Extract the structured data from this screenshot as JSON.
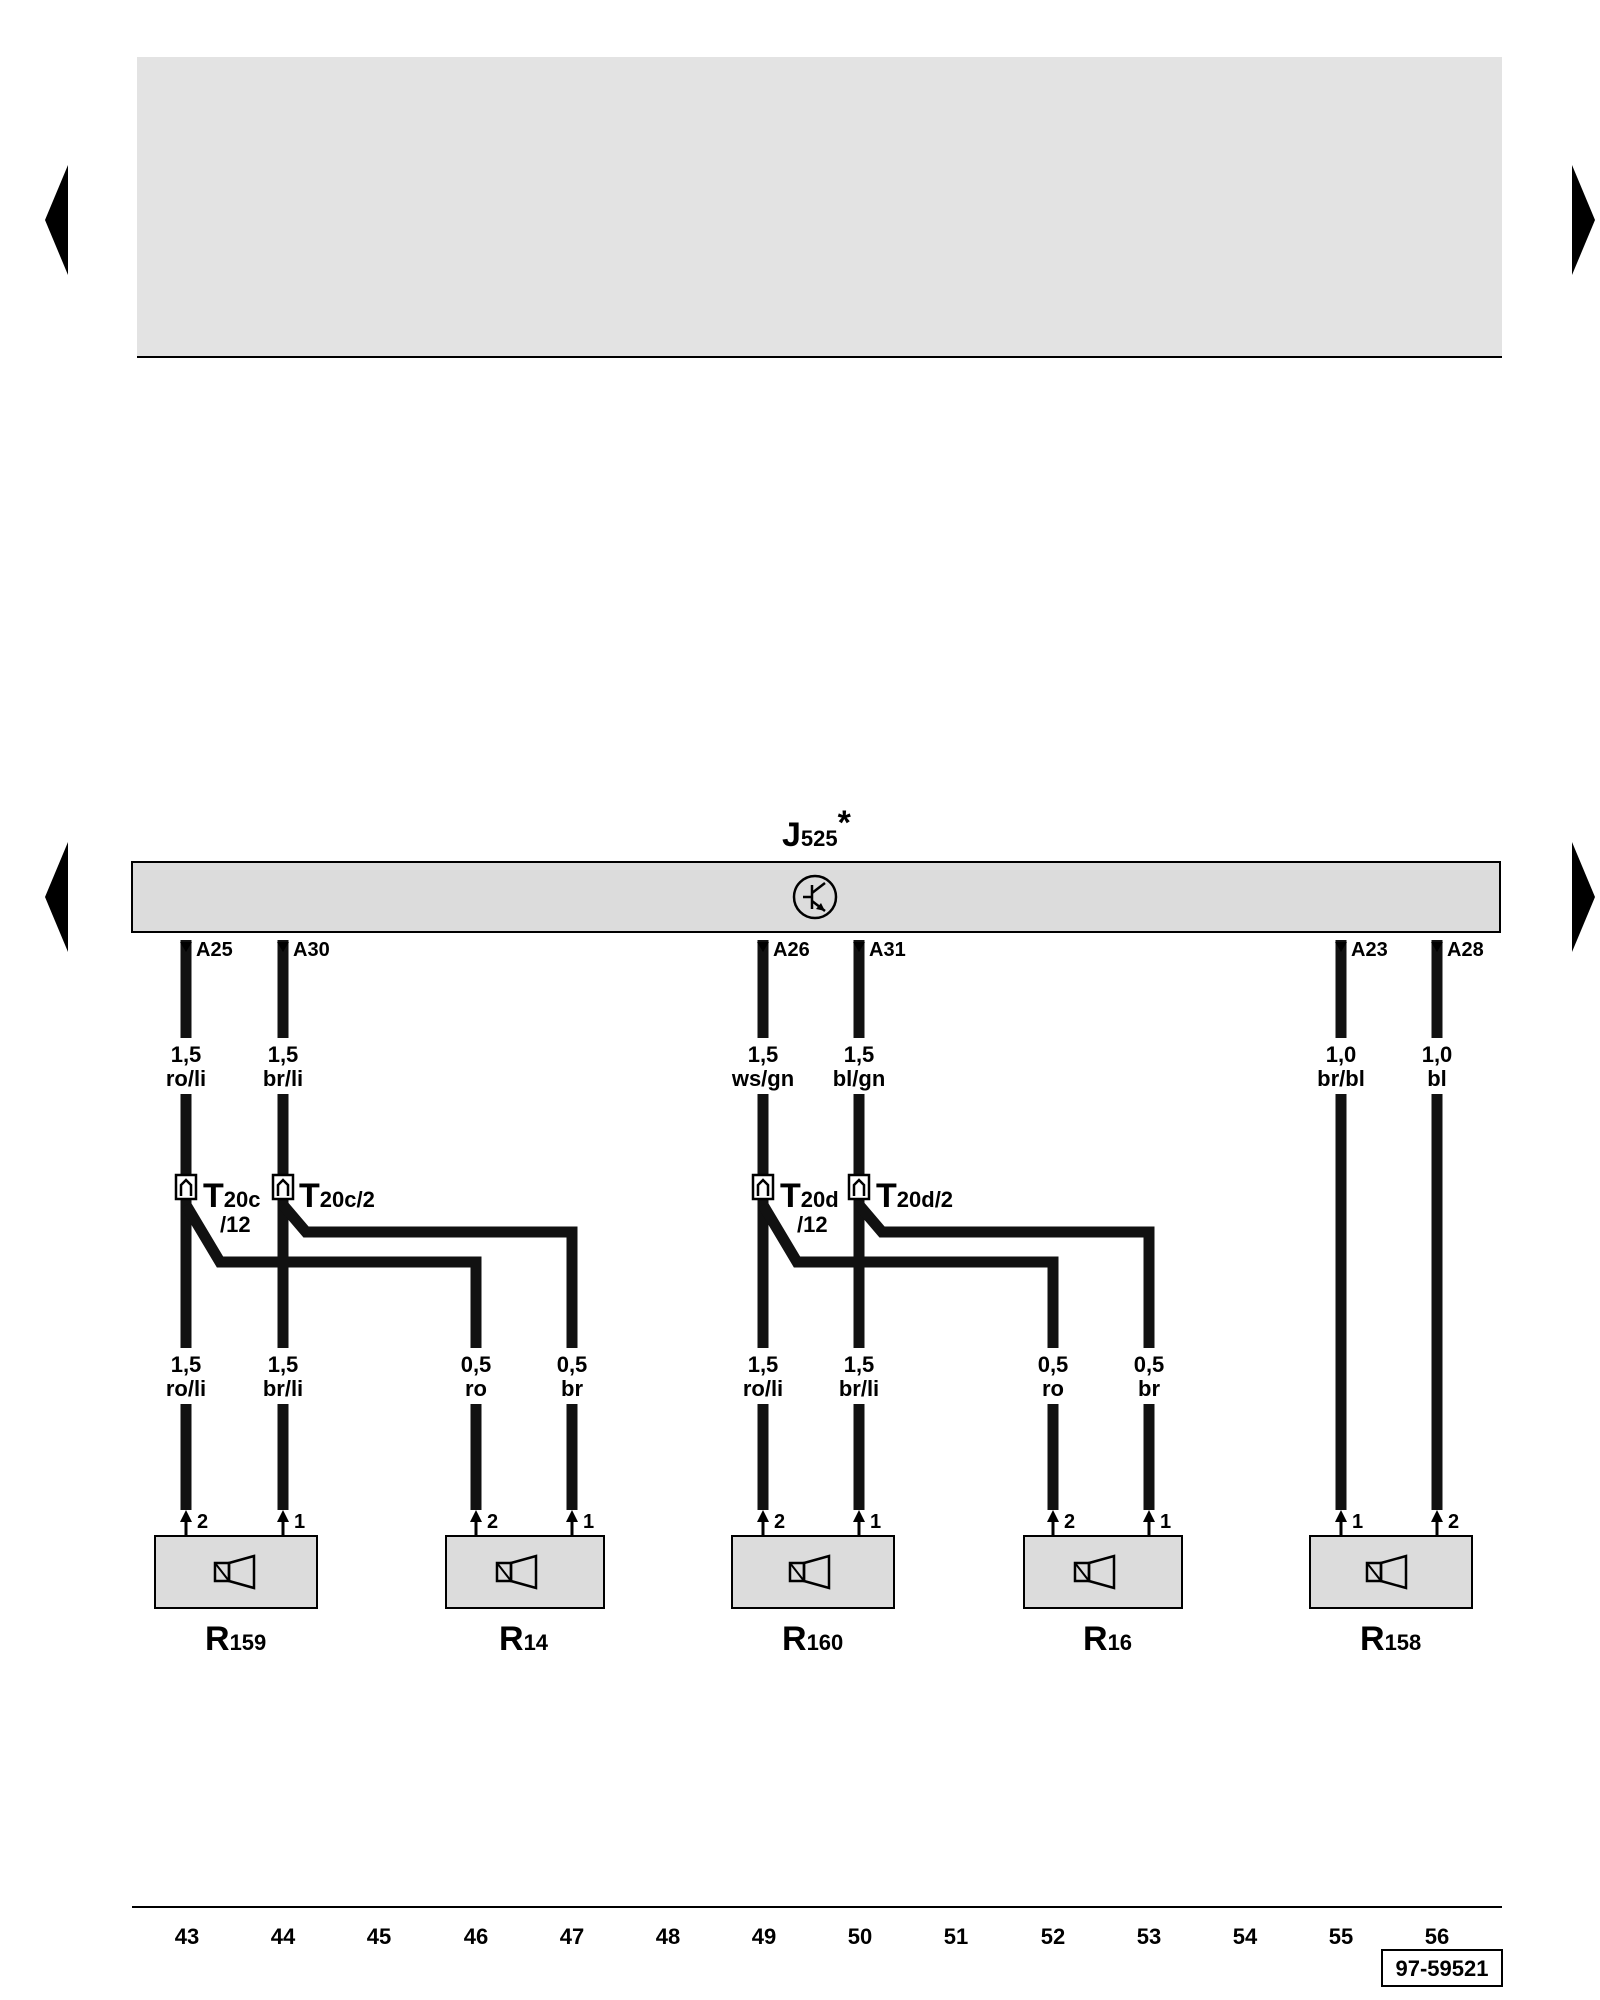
{
  "control_unit": {
    "code": "J",
    "subscript": "525",
    "suffix": "*"
  },
  "unit_pins": [
    "A25",
    "A30",
    "A26",
    "A31",
    "A23",
    "A28"
  ],
  "wires": [
    {
      "size": "1,5",
      "color": "ro/li"
    },
    {
      "size": "1,5",
      "color": "br/li"
    },
    {
      "size": "1,5",
      "color": "ws/gn"
    },
    {
      "size": "1,5",
      "color": "bl/gn"
    },
    {
      "size": "1,0",
      "color": "br/bl"
    },
    {
      "size": "1,0",
      "color": "bl"
    },
    {
      "size": "1,5",
      "color": "ro/li"
    },
    {
      "size": "1,5",
      "color": "br/li"
    },
    {
      "size": "0,5",
      "color": "ro"
    },
    {
      "size": "0,5",
      "color": "br"
    },
    {
      "size": "1,5",
      "color": "ro/li"
    },
    {
      "size": "1,5",
      "color": "br/li"
    },
    {
      "size": "0,5",
      "color": "ro"
    },
    {
      "size": "0,5",
      "color": "br"
    }
  ],
  "connectors": [
    {
      "code": "T",
      "sub": "20c",
      "line2": "/12"
    },
    {
      "code": "T",
      "sub": "20c/2",
      "line2": ""
    },
    {
      "code": "T",
      "sub": "20d",
      "line2": "/12"
    },
    {
      "code": "T",
      "sub": "20d/2",
      "line2": ""
    }
  ],
  "speaker_pins": [
    "2",
    "1",
    "2",
    "1",
    "2",
    "1",
    "2",
    "1",
    "1",
    "2"
  ],
  "speakers": [
    {
      "code": "R",
      "sub": "159"
    },
    {
      "code": "R",
      "sub": "14"
    },
    {
      "code": "R",
      "sub": "160"
    },
    {
      "code": "R",
      "sub": "16"
    },
    {
      "code": "R",
      "sub": "158"
    }
  ],
  "track_numbers": [
    "43",
    "44",
    "45",
    "46",
    "47",
    "48",
    "49",
    "50",
    "51",
    "52",
    "53",
    "54",
    "55",
    "56"
  ],
  "drawing_id": "97-59521"
}
